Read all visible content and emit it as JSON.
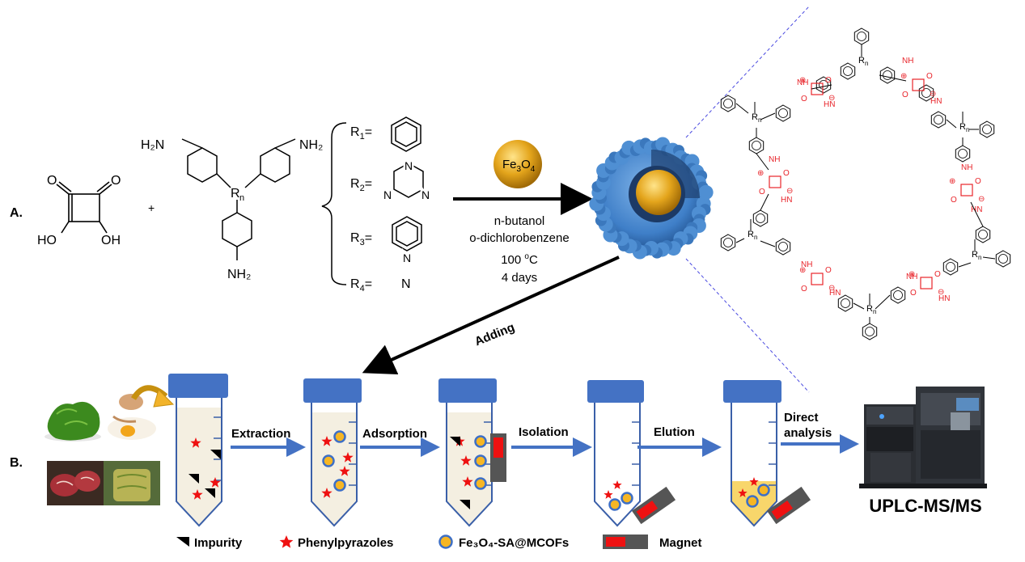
{
  "part_a": {
    "label": "A.",
    "squaric": {
      "o1": "O",
      "o2": "O",
      "oh1": "HO",
      "oh2": "OH"
    },
    "plus": "+",
    "amine": {
      "nh2_tl": "H₂N",
      "nh2_tr": "NH₂",
      "nh2_b": "NH₂",
      "core": "R",
      "core_sub": "n"
    },
    "r_groups": [
      {
        "label": "R",
        "sub": "1",
        "eq": "="
      },
      {
        "label": "R",
        "sub": "2",
        "eq": "="
      },
      {
        "label": "R",
        "sub": "3",
        "eq": "="
      },
      {
        "label": "R",
        "sub": "4",
        "eq": "=",
        "value": "N"
      }
    ],
    "ring_atoms": {
      "n": "N"
    },
    "fe3o4": {
      "text": "Fe",
      "s1": "3",
      "mid": "O",
      "s2": "4"
    },
    "conditions": [
      "n-butanol",
      "o-dichlorobenzene",
      "100 °C",
      "4 days"
    ],
    "cond_temp": {
      "num": "100 ",
      "sup": "o",
      "unit": "C"
    },
    "adding": "Adding"
  },
  "network": {
    "r_label": "R",
    "r_sub": "n",
    "nh": "NH",
    "hn": "HN",
    "o": "O",
    "plus": "⊕",
    "minus": "⊖"
  },
  "part_b": {
    "label": "B.",
    "steps": [
      "Extraction",
      "Adsorption",
      "Isolation",
      "Elution"
    ],
    "direct": [
      "Direct",
      "analysis"
    ],
    "instrument": "UPLC-MS/MS",
    "legend": [
      {
        "icon": "impurity",
        "text": "Impurity"
      },
      {
        "icon": "star",
        "text": "Phenylpyrazoles"
      },
      {
        "icon": "bead",
        "text": "Fe₃O₄-SA@MCOFs"
      },
      {
        "icon": "magnet",
        "text": "Magnet"
      }
    ]
  },
  "colors": {
    "cap": "#4472c4",
    "tube_outline": "#3a5fa8",
    "tube_fill": "#f4efe1",
    "elution_fill": "#f8d66b",
    "arrow": "#4472c4",
    "star": "#ee1111",
    "bead_fill": "#f6b624",
    "bead_ring": "#3d6fc6",
    "magnet_red": "#ee1111",
    "magnet_gray": "#555555",
    "network_red": "#e8242a",
    "gold": "#d99b12"
  }
}
